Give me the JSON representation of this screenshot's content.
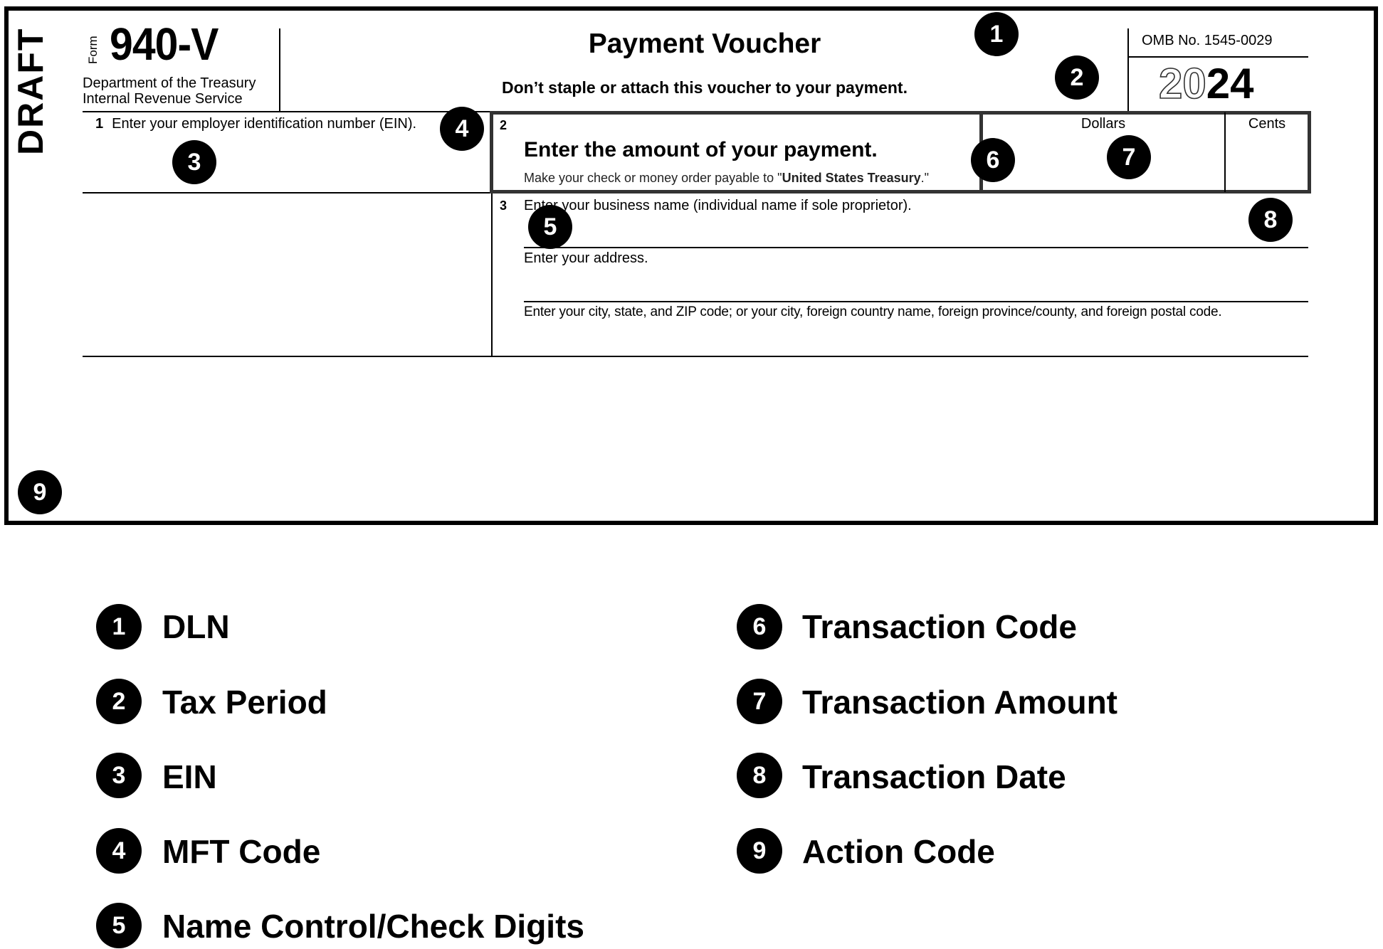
{
  "form": {
    "draft": "DRAFT",
    "form_word": "Form",
    "number": "940-V",
    "dept_line1": "Department of the Treasury",
    "dept_line2": "Internal Revenue Service",
    "title": "Payment Voucher",
    "subtitle": "Don’t staple or attach this voucher to your payment.",
    "omb": "OMB No. 1545-0029",
    "year_outline": "20",
    "year_bold": "24",
    "line1_num": "1",
    "line1_label": "Enter your employer identification number (EIN).",
    "line2_num": "2",
    "line2_heading": "Enter the amount of your payment.",
    "line2_note_prefix": "Make your check or money order payable to \"",
    "line2_note_bold": "United States Treasury",
    "line2_note_suffix": ".\"",
    "dollars_label": "Dollars",
    "cents_label": "Cents",
    "line3_num": "3",
    "line3_label": "Enter your business name (individual name if sole proprietor).",
    "address_label": "Enter your address.",
    "city_label": "Enter your city, state, and ZIP code; or your city, foreign country name, foreign province/county, and foreign postal code."
  },
  "markers": [
    "1",
    "2",
    "3",
    "4",
    "5",
    "6",
    "7",
    "8",
    "9"
  ],
  "legend": [
    {
      "num": "1",
      "label": "DLN"
    },
    {
      "num": "2",
      "label": "Tax Period"
    },
    {
      "num": "3",
      "label": "EIN"
    },
    {
      "num": "4",
      "label": "MFT Code"
    },
    {
      "num": "5",
      "label": "Name Control/Check Digits"
    },
    {
      "num": "6",
      "label": "Transaction Code"
    },
    {
      "num": "7",
      "label": "Transaction Amount"
    },
    {
      "num": "8",
      "label": "Transaction Date"
    },
    {
      "num": "9",
      "label": "Action Code"
    }
  ]
}
